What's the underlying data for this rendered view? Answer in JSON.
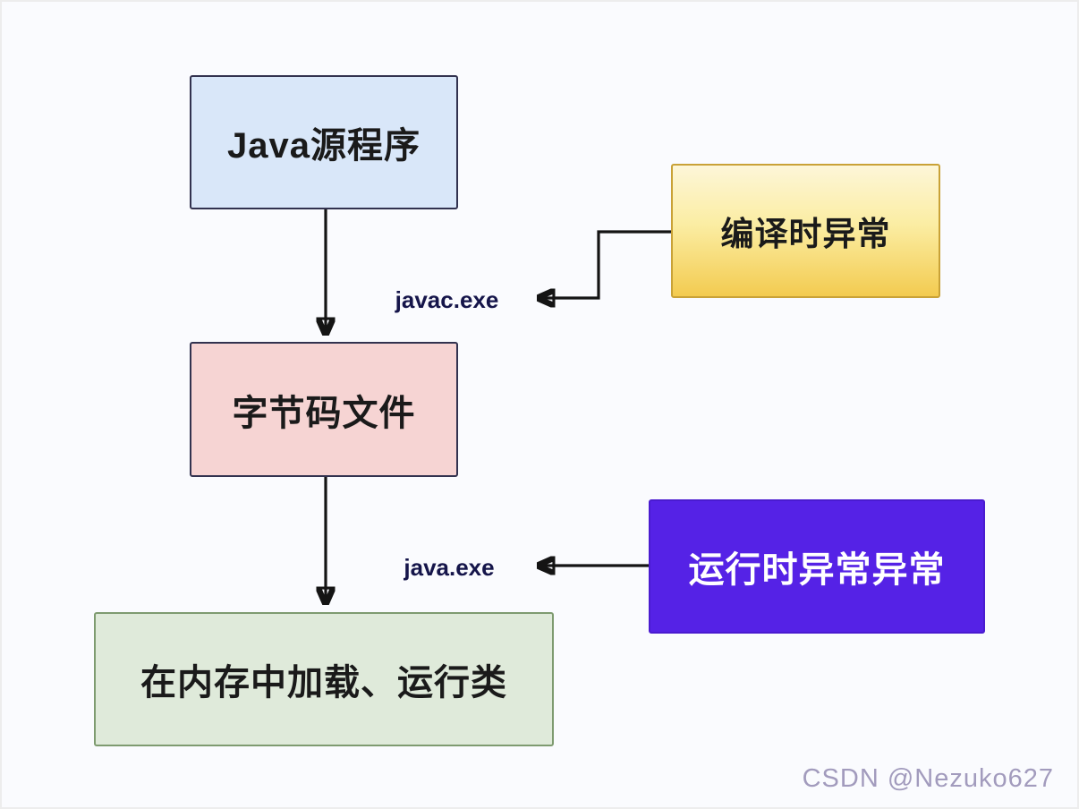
{
  "diagram": {
    "title_hint": "Java program compile and run flow with exception types",
    "nodes": {
      "java_source": {
        "label": "Java源程序"
      },
      "compile_exception": {
        "label": "编译时异常"
      },
      "bytecode": {
        "label": "字节码文件"
      },
      "runtime_exception": {
        "label": "运行时异常异常"
      },
      "memory_load": {
        "label": "在内存中加载、运行类"
      }
    },
    "edges": {
      "javac_label": "javac.exe",
      "java_label": "java.exe"
    }
  },
  "watermark": "CSDN @Nezuko627",
  "colors": {
    "canvas_bg": "#fafbfe",
    "frame_border": "#ededed",
    "arrow": "#141414",
    "node_text": "#1a1a1a",
    "dark_node_border": "#32324f",
    "java_source_bg": "#d9e7f9",
    "compile_exception_top": "#fdf6d8",
    "compile_exception_mid": "#fbeda3",
    "compile_exception_bottom": "#f3cb50",
    "compile_exception_border": "#c9a237",
    "bytecode_bg": "#f6d4d3",
    "runtime_exception_bg": "#5522e6",
    "runtime_exception_border": "#4a1bd0",
    "runtime_exception_text": "#ffffff",
    "memory_load_bg": "#dfeada",
    "memory_load_border": "#7e9b70",
    "edge_label_text": "#15154a",
    "watermark_text": "#a29bbd"
  }
}
